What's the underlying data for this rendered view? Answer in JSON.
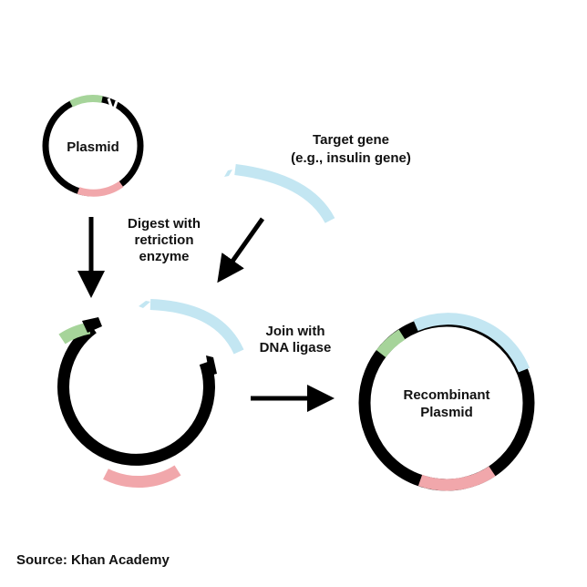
{
  "labels": {
    "plasmid": "Plasmid",
    "target_line1": "Target gene",
    "target_line2": "(e.g., insulin gene)",
    "digest_line1": "Digest with",
    "digest_line2": "retriction",
    "digest_line3": "enzyme",
    "join_line1": "Join with",
    "join_line2": "DNA ligase",
    "recombinant_line1": "Recombinant",
    "recombinant_line2": "Plasmid",
    "source": "Source: Khan Academy"
  },
  "colors": {
    "dna": "#000000",
    "marker_green": "#a6d49a",
    "marker_pink": "#f1a7ab",
    "insert_blue": "#c3e6f2"
  },
  "icons": {
    "arrow": "arrow-down-icon"
  }
}
